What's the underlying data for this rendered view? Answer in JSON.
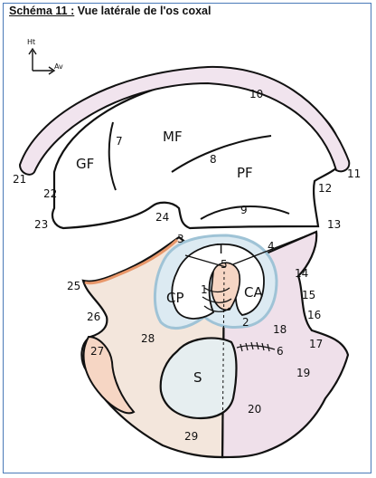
{
  "title": {
    "prefix": "Schéma 11 :",
    "text": " Vue latérale de l'os coxal"
  },
  "orientation": {
    "up_label": "Ht",
    "forward_label": "Av"
  },
  "regions": {
    "MF": "MF",
    "GF": "GF",
    "PF": "PF",
    "T": "T",
    "CP": "CP",
    "CA": "CA",
    "S": "S"
  },
  "numbers": {
    "n1": "1",
    "n2": "2",
    "n3": "3",
    "n4": "4",
    "n5": "5",
    "n6": "6",
    "n7": "7",
    "n8": "8",
    "n9": "9",
    "n10": "10",
    "n11": "11",
    "n12": "12",
    "n13": "13",
    "n14": "14",
    "n15": "15",
    "n16": "16",
    "n17": "17",
    "n18": "18",
    "n19": "19",
    "n20": "20",
    "n21": "21",
    "n22": "22",
    "n23": "23",
    "n24": "24",
    "n25": "25",
    "n26": "26",
    "n27": "27",
    "n28": "28",
    "n29": "29"
  },
  "colors": {
    "ilium_fill": "#ffffff",
    "ischium_fill": "#f3e6dc",
    "ischium_edge": "#e8976a",
    "pubis_fill": "#efe0ea",
    "pubis_edge": "#c98fbf",
    "acetabulum_fill": "#dceaf2",
    "acetabulum_edge": "#9fc3d6",
    "fossa_fill": "#f6d6c4",
    "frame": "#4a7ab8",
    "ink": "#111111"
  }
}
